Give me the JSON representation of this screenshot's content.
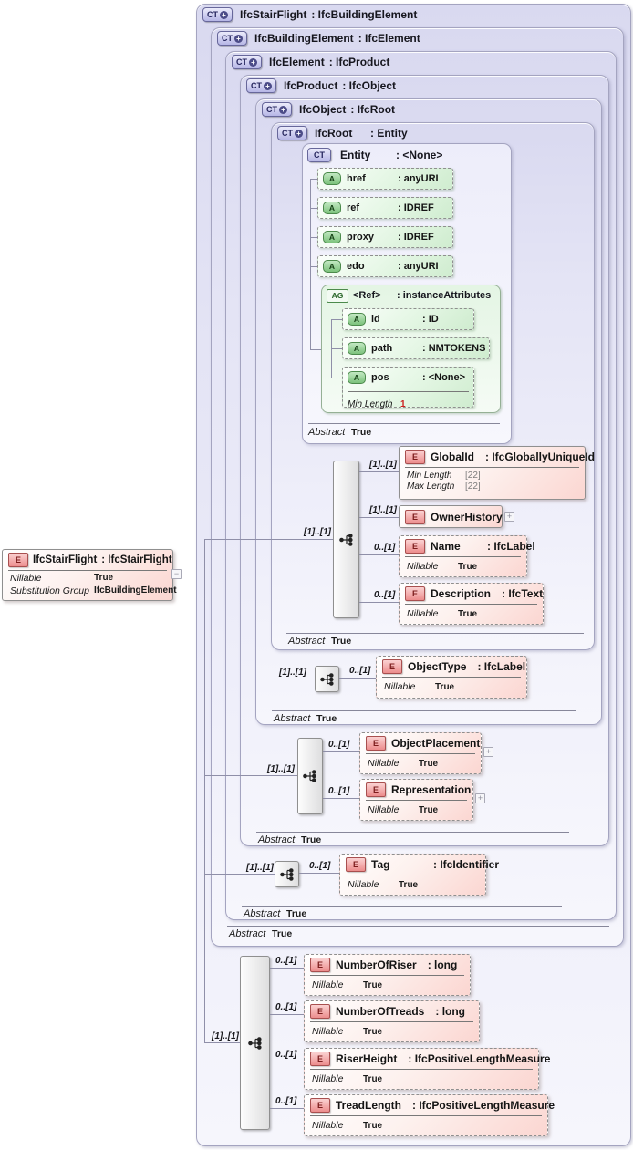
{
  "icons": {
    "ct": "CT",
    "ct_plus": "+",
    "e": "E",
    "a": "A",
    "ag": "AG",
    "expand": "+",
    "collapse": "−"
  },
  "levels": [
    {
      "name": "IfcStairFlight",
      "type": ": IfcBuildingElement"
    },
    {
      "name": "IfcBuildingElement",
      "type": ": IfcElement"
    },
    {
      "name": "IfcElement",
      "type": ": IfcProduct"
    },
    {
      "name": "IfcProduct",
      "type": ": IfcObject"
    },
    {
      "name": "IfcObject",
      "type": ": IfcRoot"
    },
    {
      "name": "IfcRoot",
      "type": ": Entity"
    }
  ],
  "abstract": {
    "label": "Abstract",
    "value": "True"
  },
  "nillable": {
    "label": "Nillable",
    "value": "True"
  },
  "entity": {
    "name": "Entity",
    "type": ": <None>",
    "attributes": [
      {
        "name": "href",
        "type": ": anyURI"
      },
      {
        "name": "ref",
        "type": ": IDREF"
      },
      {
        "name": "proxy",
        "type": ": IDREF"
      },
      {
        "name": "edo",
        "type": ": anyURI"
      }
    ],
    "group": {
      "name": "<Ref>",
      "type": ": instanceAttributes",
      "attributes": [
        {
          "name": "id",
          "type": ": ID"
        },
        {
          "name": "path",
          "type": ": NMTOKENS"
        },
        {
          "name": "pos",
          "type": ": <None>",
          "facet": {
            "label": "Min Length",
            "value": "1"
          }
        }
      ]
    }
  },
  "root": {
    "card": "[1]..[1]",
    "children": [
      {
        "card": "[1]..[1]",
        "name": "GlobalId",
        "type": ": IfcGloballyUniqueId",
        "facets": [
          {
            "label": "Min Length",
            "value": "[22]"
          },
          {
            "label": "Max Length",
            "value": "[22]"
          }
        ]
      },
      {
        "card": "[1]..[1]",
        "name": "OwnerHistory",
        "type": ""
      },
      {
        "card": "0..[1]",
        "name": "Name",
        "type": ": IfcLabel"
      },
      {
        "card": "0..[1]",
        "name": "Description",
        "type": ": IfcText"
      }
    ]
  },
  "object": {
    "card": "[1]..[1]",
    "children": [
      {
        "card": "0..[1]",
        "name": "ObjectType",
        "type": ": IfcLabel"
      }
    ]
  },
  "product": {
    "card": "[1]..[1]",
    "children": [
      {
        "card": "0..[1]",
        "name": "ObjectPlacement",
        "type": ""
      },
      {
        "card": "0..[1]",
        "name": "Representation",
        "type": ""
      }
    ]
  },
  "element": {
    "card": "[1]..[1]",
    "children": [
      {
        "card": "0..[1]",
        "name": "Tag",
        "type": ": IfcIdentifier"
      }
    ]
  },
  "stairflight": {
    "card": "[1]..[1]",
    "children": [
      {
        "card": "0..[1]",
        "name": "NumberOfRiser",
        "type": ": long"
      },
      {
        "card": "0..[1]",
        "name": "NumberOfTreads",
        "type": ": long"
      },
      {
        "card": "0..[1]",
        "name": "RiserHeight",
        "type": ": IfcPositiveLengthMeasure"
      },
      {
        "card": "0..[1]",
        "name": "TreadLength",
        "type": ": IfcPositiveLengthMeasure"
      }
    ]
  },
  "global_element": {
    "name": "IfcStairFlight",
    "type": ": IfcStairFlight",
    "rows": [
      {
        "label": "Nillable",
        "value": "True"
      },
      {
        "label": "Substitution Group",
        "value": "IfcBuildingElement"
      }
    ]
  }
}
